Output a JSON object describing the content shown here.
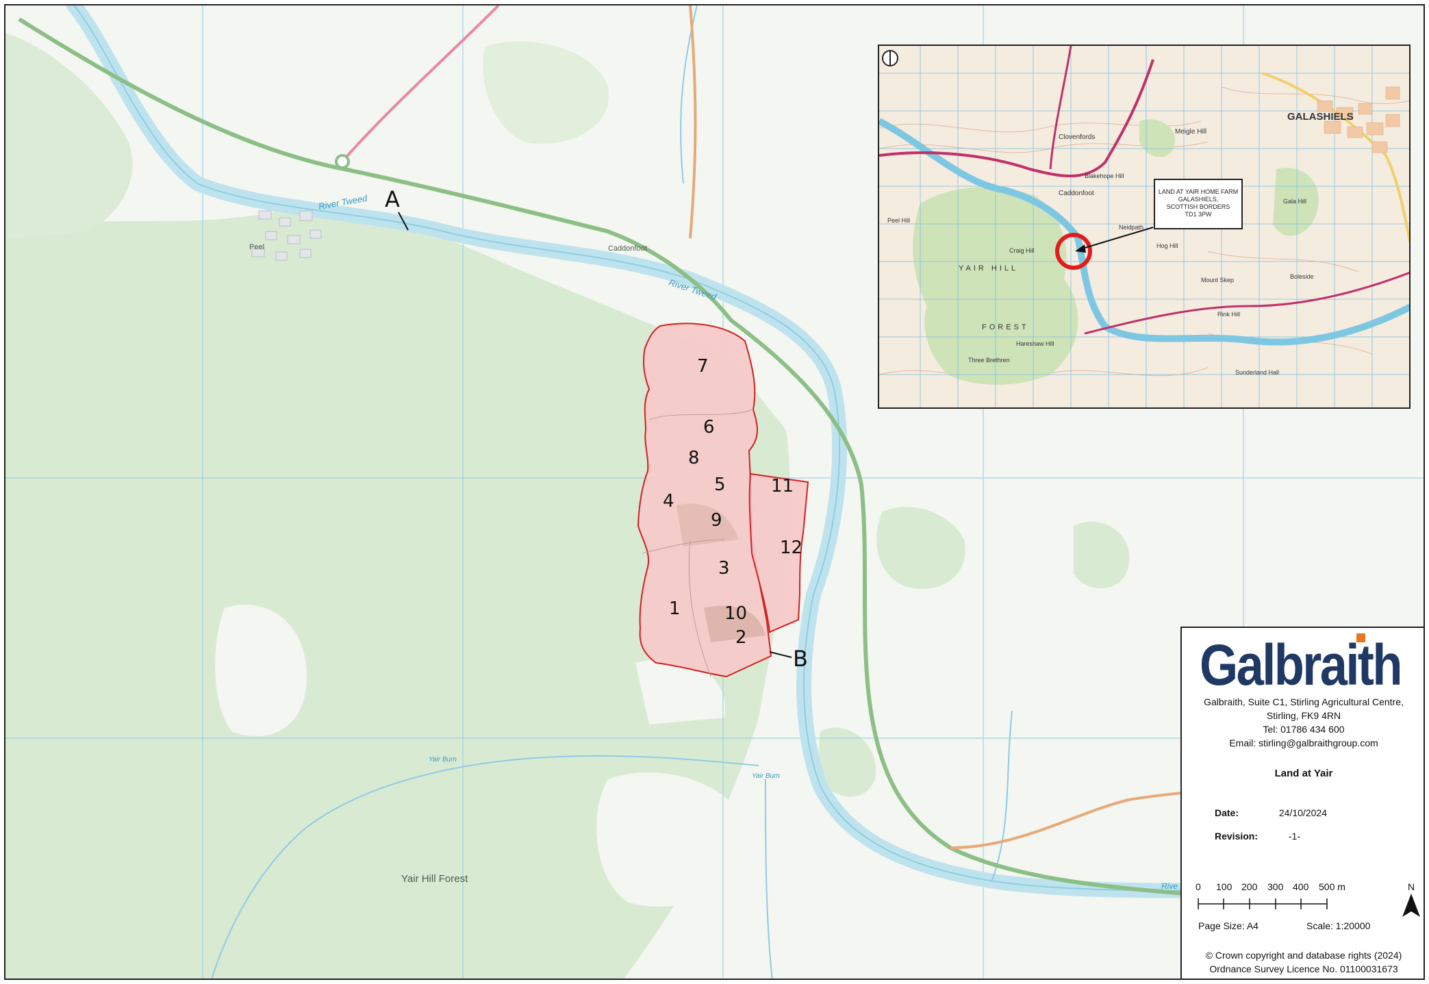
{
  "map": {
    "place_labels": {
      "peel": "Peel",
      "caddonfoot": "Caddonfoot",
      "yair_hill_forest": "Yair Hill Forest",
      "river_tweed_1": "River Tweed",
      "river_tweed_2": "River Tweed",
      "yair_burn_1": "Yair Burn",
      "yair_burn_2": "Yair Burn",
      "river_edge": "Rive"
    },
    "point_labels": {
      "a": "A",
      "b": "B"
    },
    "plots": [
      "1",
      "2",
      "3",
      "4",
      "5",
      "6",
      "7",
      "8",
      "9",
      "10",
      "11",
      "12"
    ],
    "colors": {
      "woodland": "#d9ead3",
      "plot_fill": "#f6c9c9",
      "plot_stroke": "#d22020",
      "river": "#bfe3ee",
      "grid": "#8fcbe4",
      "road_green": "#8cbf85",
      "road_orange": "#e7a978",
      "road_pink": "#e78a9e"
    }
  },
  "inset": {
    "labels": {
      "galashiels": "GALASHIELS",
      "caddonfoot": "Caddonfoot",
      "clovenfords": "Clovenfords",
      "blakehope_hill": "Blakehope Hill",
      "neidpath": "Neidpath",
      "hog_hill": "Hog Hill",
      "craig_hill": "Craig Hill",
      "yair_hill": "YAIR HILL",
      "forest": "FOREST",
      "hareshaw_hill": "Hareshaw Hill",
      "three_brethren": "Three Brethren",
      "peel_hill": "Peel Hill",
      "mount_skep": "Mount Skep",
      "gala_hill": "Gala Hill",
      "meigle_hill": "Meigle Hill",
      "boleside": "Boleside",
      "rink_hill": "Rink Hill",
      "sunderland_hall": "Sunderland Hall"
    },
    "callout_lines": [
      "LAND AT YAIR HOME FARM",
      "GALASHIELS,",
      "SCOTTISH BORDERS",
      "TD1 3PW"
    ]
  },
  "titleblock": {
    "logo": "Galbraith",
    "address_lines": [
      "Galbraith, Suite C1, Stirling Agricultural Centre,",
      "Stirling, FK9 4RN",
      "Tel: 01786 434 600",
      "Email: stirling@galbraithgroup.com"
    ],
    "title": "Land at Yair",
    "date_label": "Date:",
    "date": "24/10/2024",
    "revision_label": "Revision:",
    "revision": "-1-",
    "scale_ticks": [
      "0",
      "100",
      "200",
      "300",
      "400",
      "500 m"
    ],
    "north": "N",
    "page_size": "Page Size: A4",
    "scale": "Scale: 1:20000",
    "copyright_lines": [
      "© Crown copyright and database rights (2024)",
      "Ordnance Survey Licence No. 01100031673"
    ]
  }
}
